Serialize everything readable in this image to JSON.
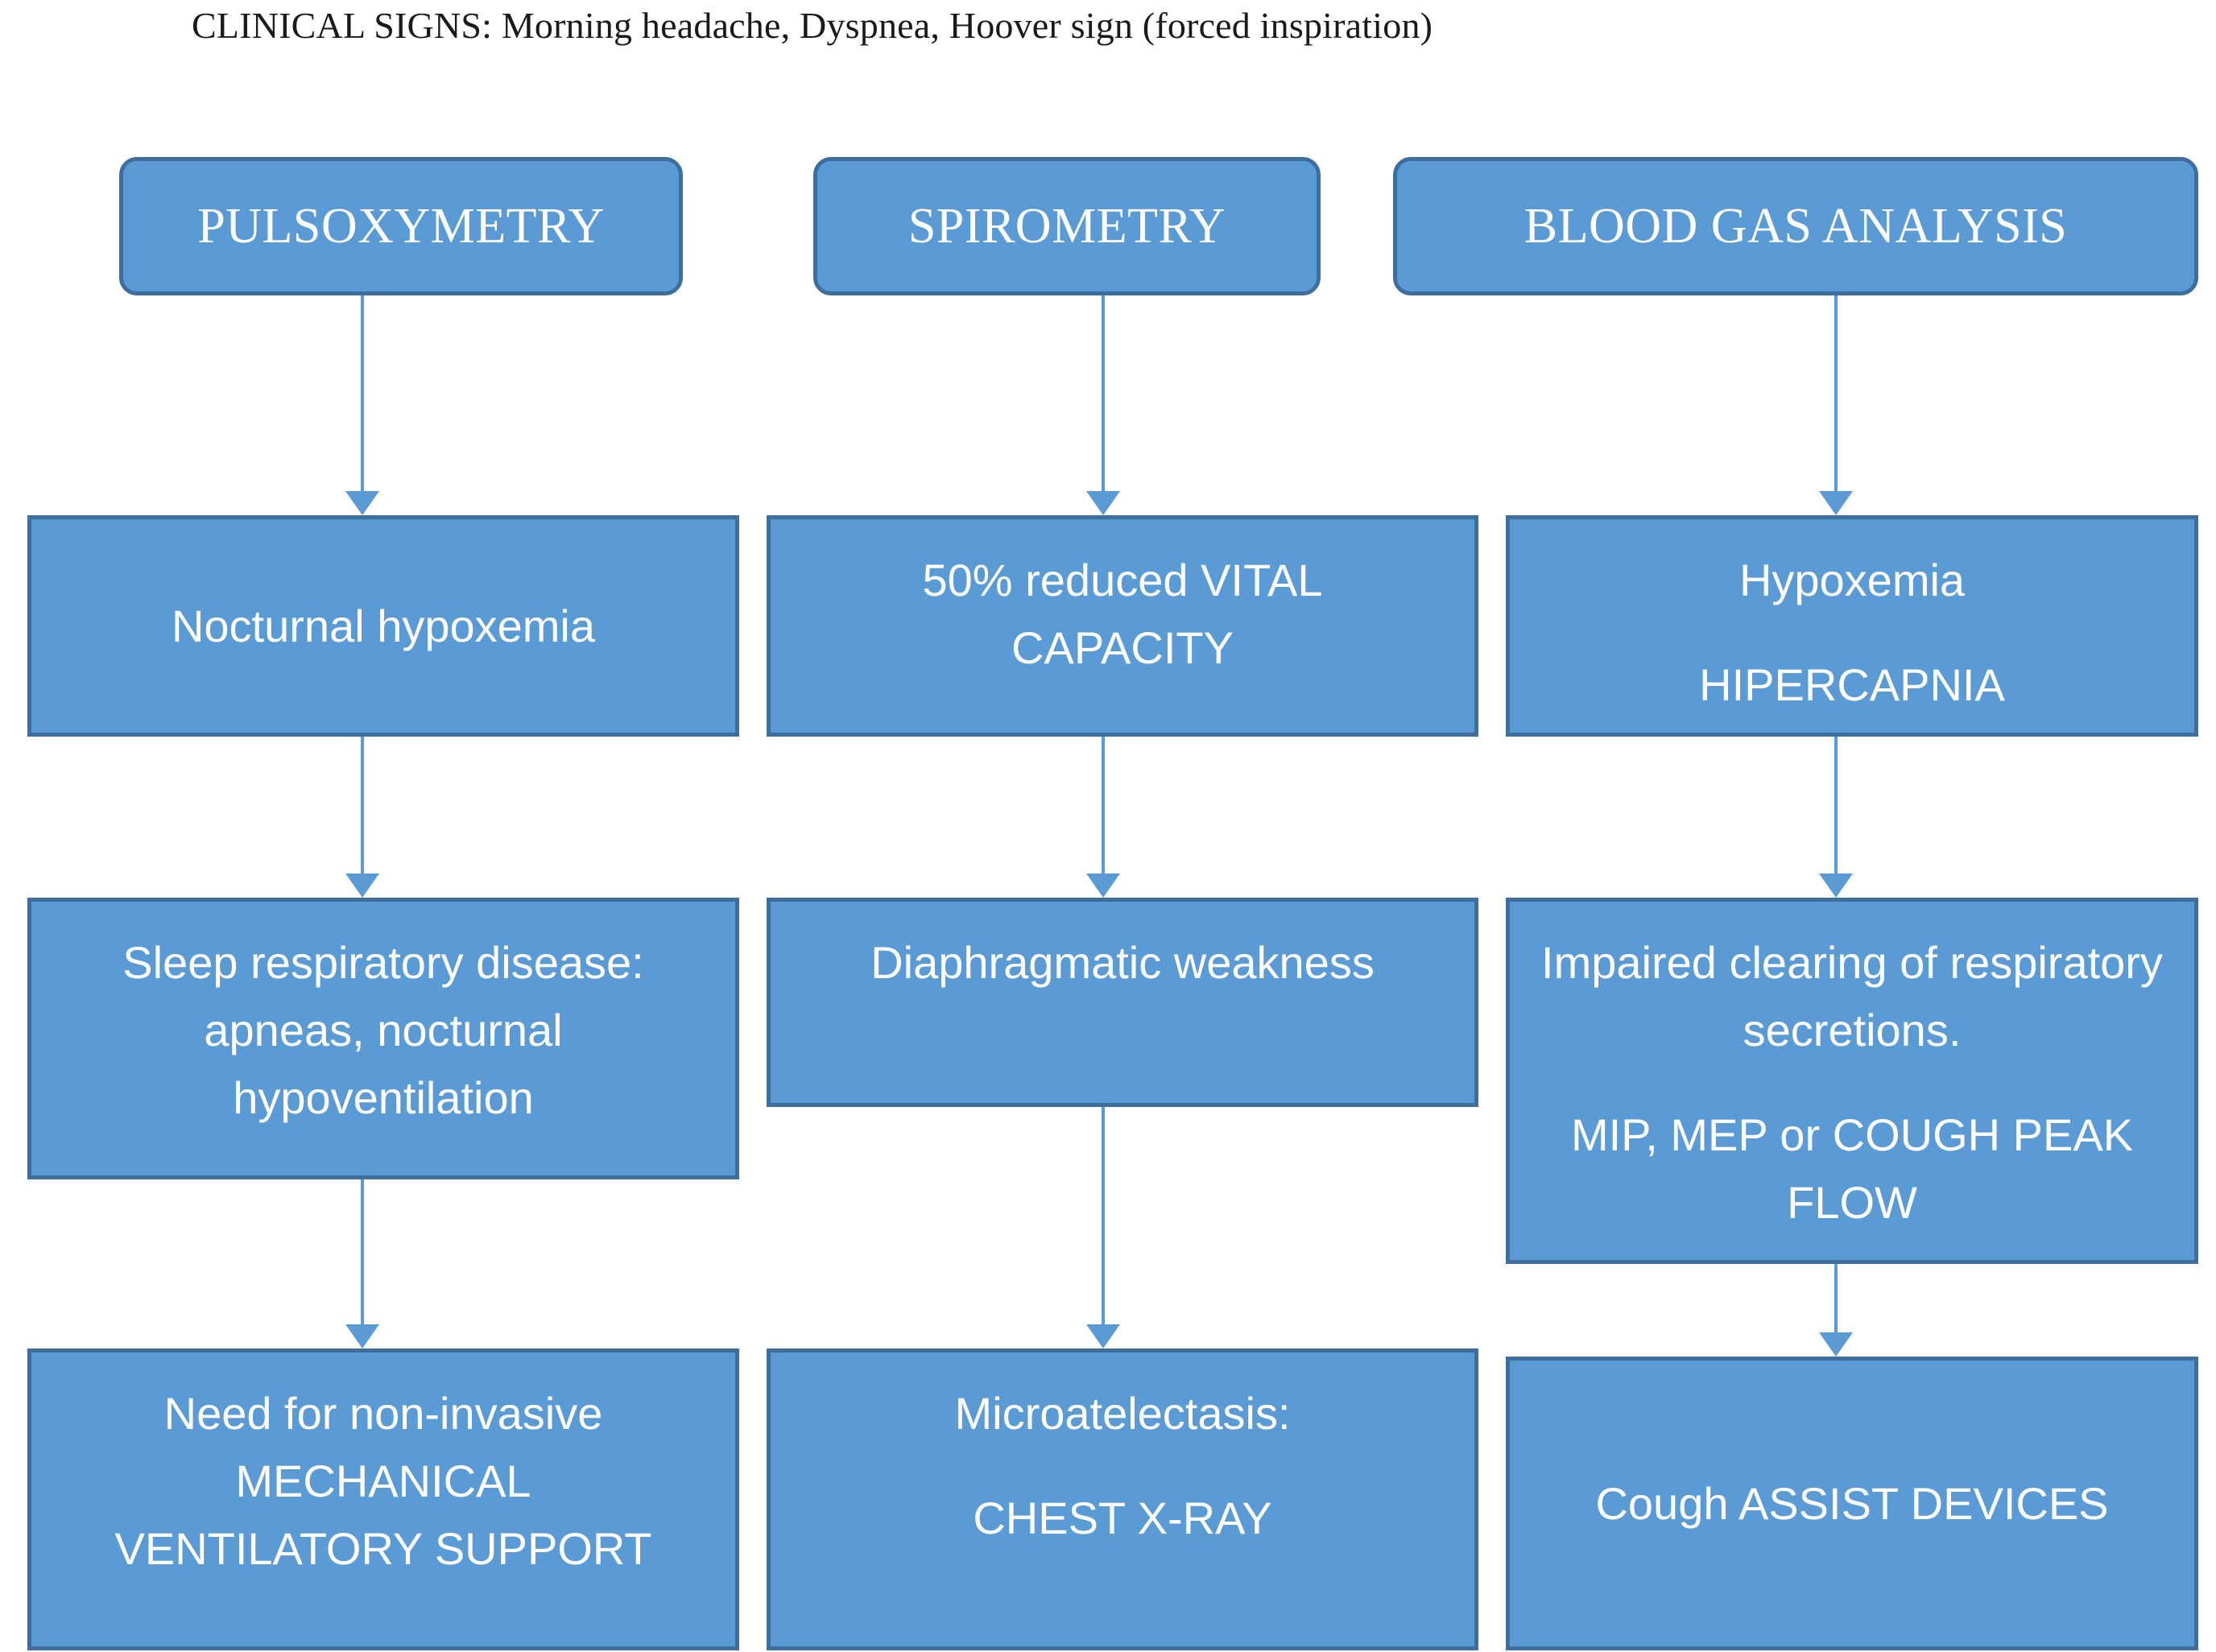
{
  "header": {
    "clinical_signs": "CLINICAL SIGNS: Morning headache, Dyspnea, Hoover sign (forced inspiration)"
  },
  "colors": {
    "node_fill": "#5B9BD5",
    "node_border": "#3D6E9E",
    "node_text": "#FFFFFF",
    "connector": "#5B9BD5",
    "caption_text": "#1A1A1A",
    "background": "#FFFFFF"
  },
  "columns": [
    {
      "id": "pulsoxymetry",
      "test": "PULSOXYMETRY",
      "steps": [
        {
          "id": "nocturnal-hypoxemia",
          "paragraphs": [
            "Nocturnal hypoxemia"
          ]
        },
        {
          "id": "sleep-respiratory-disease",
          "paragraphs": [
            "Sleep respiratory disease: apneas, nocturnal hypoventilation"
          ]
        },
        {
          "id": "mechanical-ventilatory-support",
          "paragraphs": [
            "Need for non-invasive MECHANICAL VENTILATORY SUPPORT"
          ]
        }
      ]
    },
    {
      "id": "spirometry",
      "test": "SPIROMETRY",
      "steps": [
        {
          "id": "reduced-vital-capacity",
          "paragraphs": [
            "50% reduced VITAL CAPACITY"
          ]
        },
        {
          "id": "diaphragmatic-weakness",
          "paragraphs": [
            "Diaphragmatic weakness"
          ]
        },
        {
          "id": "microatelectasis",
          "paragraphs": [
            "Microatelectasis:",
            "CHEST X-RAY"
          ]
        }
      ]
    },
    {
      "id": "blood-gas-analysis",
      "test": "BLOOD GAS ANALYSIS",
      "steps": [
        {
          "id": "hypoxemia-hipercapnia",
          "paragraphs": [
            "Hypoxemia",
            "HIPERCAPNIA"
          ]
        },
        {
          "id": "impaired-clearing-secretions",
          "paragraphs": [
            "Impaired clearing of respiratory secretions.",
            "MIP, MEP or COUGH PEAK FLOW"
          ]
        },
        {
          "id": "cough-assist-devices",
          "paragraphs": [
            "Cough ASSIST DEVICES"
          ]
        }
      ]
    }
  ],
  "connectors": [
    {
      "id": "arrow-pulsoxymetry-to-nocturnal-hypoxemia",
      "from": "pulsoxymetry",
      "to": "nocturnal-hypoxemia"
    },
    {
      "id": "arrow-nocturnal-hypoxemia-to-sleep-respiratory-disease",
      "from": "nocturnal-hypoxemia",
      "to": "sleep-respiratory-disease"
    },
    {
      "id": "arrow-sleep-respiratory-disease-to-mechanical-ventilatory-support",
      "from": "sleep-respiratory-disease",
      "to": "mechanical-ventilatory-support"
    },
    {
      "id": "arrow-spirometry-to-reduced-vital-capacity",
      "from": "spirometry",
      "to": "reduced-vital-capacity"
    },
    {
      "id": "arrow-reduced-vital-capacity-to-diaphragmatic-weakness",
      "from": "reduced-vital-capacity",
      "to": "diaphragmatic-weakness"
    },
    {
      "id": "arrow-diaphragmatic-weakness-to-microatelectasis",
      "from": "diaphragmatic-weakness",
      "to": "microatelectasis"
    },
    {
      "id": "arrow-blood-gas-analysis-to-hypoxemia-hipercapnia",
      "from": "blood-gas-analysis",
      "to": "hypoxemia-hipercapnia"
    },
    {
      "id": "arrow-hypoxemia-hipercapnia-to-impaired-clearing-secretions",
      "from": "hypoxemia-hipercapnia",
      "to": "impaired-clearing-secretions"
    },
    {
      "id": "arrow-impaired-clearing-secretions-to-cough-assist-devices",
      "from": "impaired-clearing-secretions",
      "to": "cough-assist-devices"
    }
  ]
}
